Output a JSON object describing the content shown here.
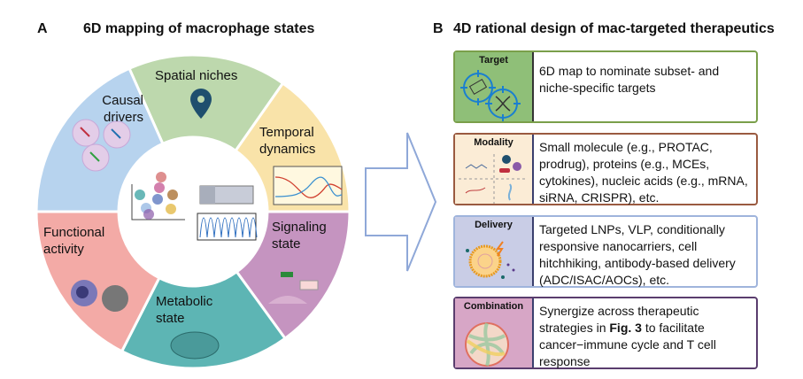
{
  "panel_a": {
    "letter": "A",
    "title": "6D mapping of macrophage states",
    "segments": [
      {
        "label": "Spatial niches",
        "color": "#bdd8ad"
      },
      {
        "label": "Temporal dynamics",
        "color": "#f9e3a9"
      },
      {
        "label": "Signaling state",
        "color": "#c594c0"
      },
      {
        "label": "Metabolic state",
        "color": "#5db5b4"
      },
      {
        "label": "Functional activity",
        "color": "#f3aaa6"
      },
      {
        "label": "Causal drivers",
        "color": "#b7d3ee"
      }
    ]
  },
  "arrow_color": "#8fa8d8",
  "panel_b": {
    "letter": "B",
    "title": "4D rational design of mac-targeted therapeutics",
    "rows": [
      {
        "label": "Target",
        "text": "6D map to nominate subset- and niche-specific targets",
        "label_bg": "#8fbf78",
        "border": "#7a9f4a"
      },
      {
        "label": "Modality",
        "text": "Small molecule (e.g., PROTAC, prodrug), proteins (e.g., MCEs, cytokines), nucleic acids (e.g., mRNA, siRNA, CRISPR), etc.",
        "label_bg": "#fbecd6",
        "border": "#9a5a40"
      },
      {
        "label": "Delivery",
        "text": "Targeted LNPs, VLP, conditionally responsive nanocarriers, cell hitchhiking, antibody-based delivery (ADC/ISAC/AOCs), etc.",
        "label_bg": "#c9cde6",
        "border": "#9fb4dc"
      },
      {
        "label": "Combination",
        "text_pre": "Synergize across therapeutic strategies in ",
        "text_bold": "Fig. 3",
        "text_post": " to facilitate cancer−immune cycle and T cell response",
        "label_bg": "#d7a6c6",
        "border": "#5a3d6e"
      }
    ]
  }
}
